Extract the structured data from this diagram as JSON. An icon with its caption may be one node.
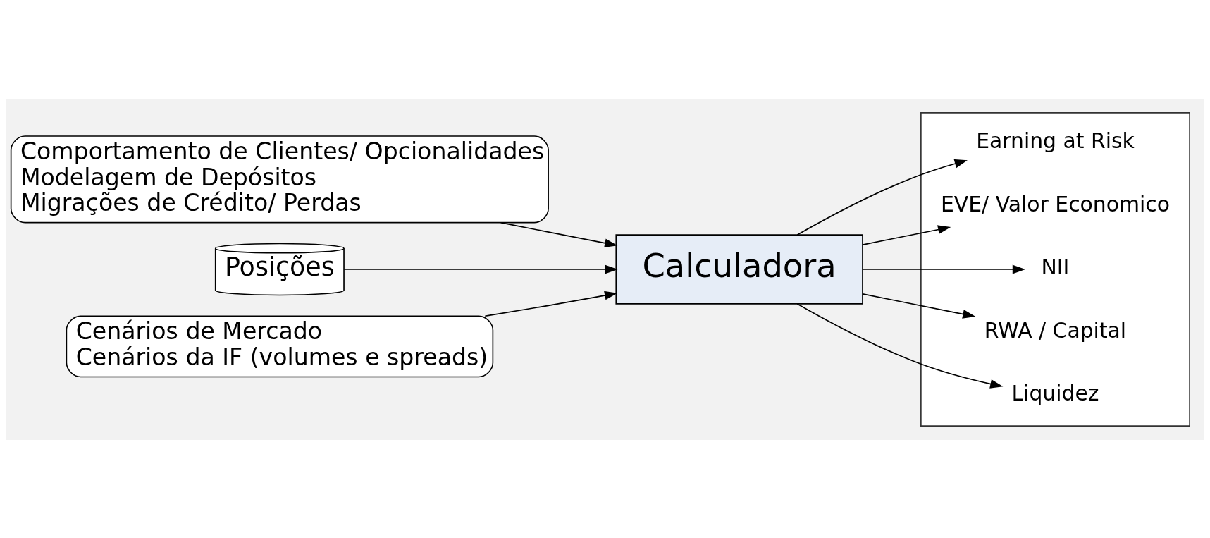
{
  "diagram": {
    "nodes": [
      {
        "text": [
          "Comportamento de Clientes/ Opcionalidades",
          "Modelagem de Depósitos",
          "Migrações de Crédito/ Perdas"
        ]
      },
      {
        "text": [
          "Posições"
        ]
      },
      {
        "text": [
          "Calculadora"
        ]
      },
      {
        "text": [],
        "shape": "box"
      },
      {
        "text": [
          "Earning at Risk"
        ],
        "in": 3
      },
      {
        "text": [
          "EVE/ Valor Economico"
        ],
        "in": 3
      },
      {
        "text": [
          "NII"
        ],
        "in": 3
      },
      {
        "text": [
          "RWA / Capital"
        ],
        "in": 3
      },
      {
        "text": [
          "Liquidez"
        ],
        "in": 3
      },
      {
        "text": [
          "Cenários de Mercado",
          "Cenários da IF (volumes e spreads)"
        ]
      }
    ],
    "edges": [
      {
        "from": 1,
        "to": 2,
        "arrow": "to"
      },
      {
        "from": 0,
        "to": 2,
        "arrow": "to"
      },
      {
        "from": 9,
        "to": 2,
        "arrow": "to"
      },
      {
        "from": 2,
        "to": 4,
        "arrow": "to"
      },
      {
        "from": 2,
        "to": 5,
        "arrow": "to"
      },
      {
        "from": 2,
        "to": 6,
        "arrow": "to"
      },
      {
        "from": 2,
        "to": 7,
        "arrow": "to"
      },
      {
        "from": 2,
        "to": 8,
        "arrow": "to"
      }
    ]
  }
}
